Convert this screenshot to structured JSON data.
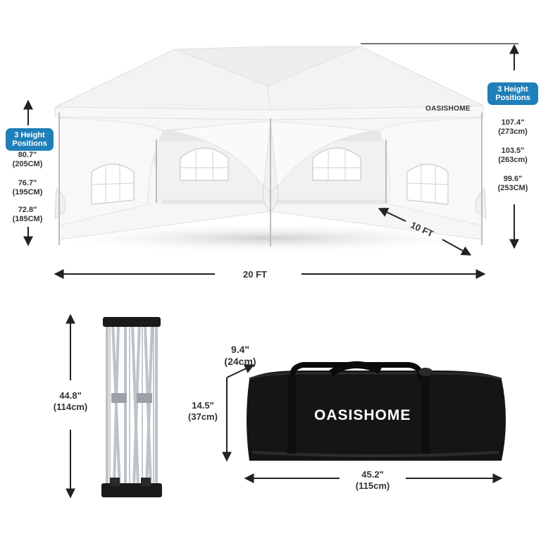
{
  "tent": {
    "brand": "OASISHOME",
    "left_height_badge": "3 Height Positions",
    "right_height_badge": "3 Height Positions",
    "left_heights": [
      {
        "imperial": "80.7\"",
        "metric": "(205CM)"
      },
      {
        "imperial": "76.7\"",
        "metric": "(195CM)"
      },
      {
        "imperial": "72.8\"",
        "metric": "(185CM)"
      }
    ],
    "right_heights": [
      {
        "imperial": "107.4\"",
        "metric": "(273cm)"
      },
      {
        "imperial": "103.5\"",
        "metric": "(263cm)"
      },
      {
        "imperial": "99.6\"",
        "metric": "(253CM)"
      }
    ],
    "width_label": "20 FT",
    "depth_label": "10 FT"
  },
  "frame": {
    "height_imperial": "44.8\"",
    "height_metric": "(114cm)"
  },
  "bag": {
    "brand": "OASISHOME",
    "depth_imperial": "9.4\"",
    "depth_metric": "(24cm)",
    "height_imperial": "14.5\"",
    "height_metric": "(37cm)",
    "length_imperial": "45.2\"",
    "length_metric": "(115cm)"
  },
  "colors": {
    "badge": "#1f7fb8",
    "tent_canopy": "#f4f4f4",
    "bag": "#111111",
    "arrow": "#222222"
  }
}
